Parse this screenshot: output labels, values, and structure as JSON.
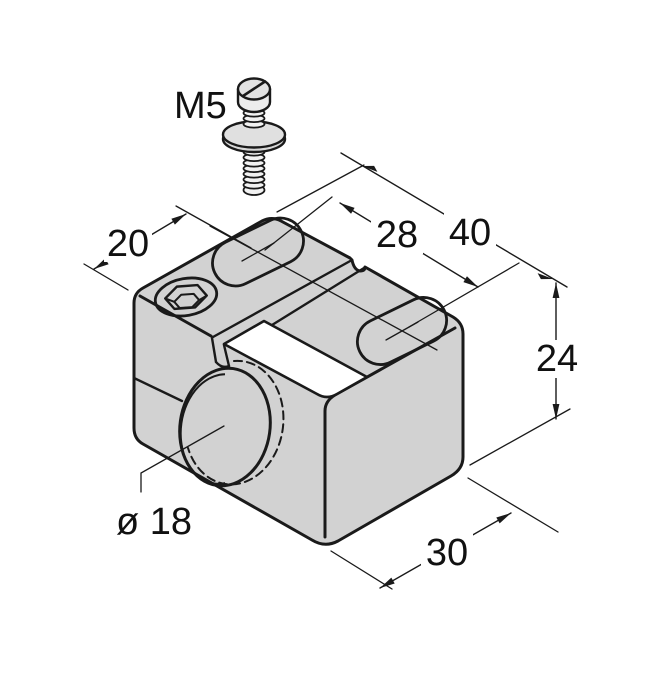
{
  "drawing": {
    "kind": "isometric-dimensional-drawing",
    "part": "mounting-clamp-block",
    "colors": {
      "face": "#d2d2d2",
      "line": "#1a1a1a",
      "label_plate": "#ffffff",
      "background": "#ffffff"
    },
    "dimensions": {
      "screw_thread": "M5",
      "top_width": "20",
      "slot_spacing": "28",
      "overall_length": "40",
      "height": "24",
      "depth": "30",
      "bore_diameter": "ø 18"
    }
  }
}
